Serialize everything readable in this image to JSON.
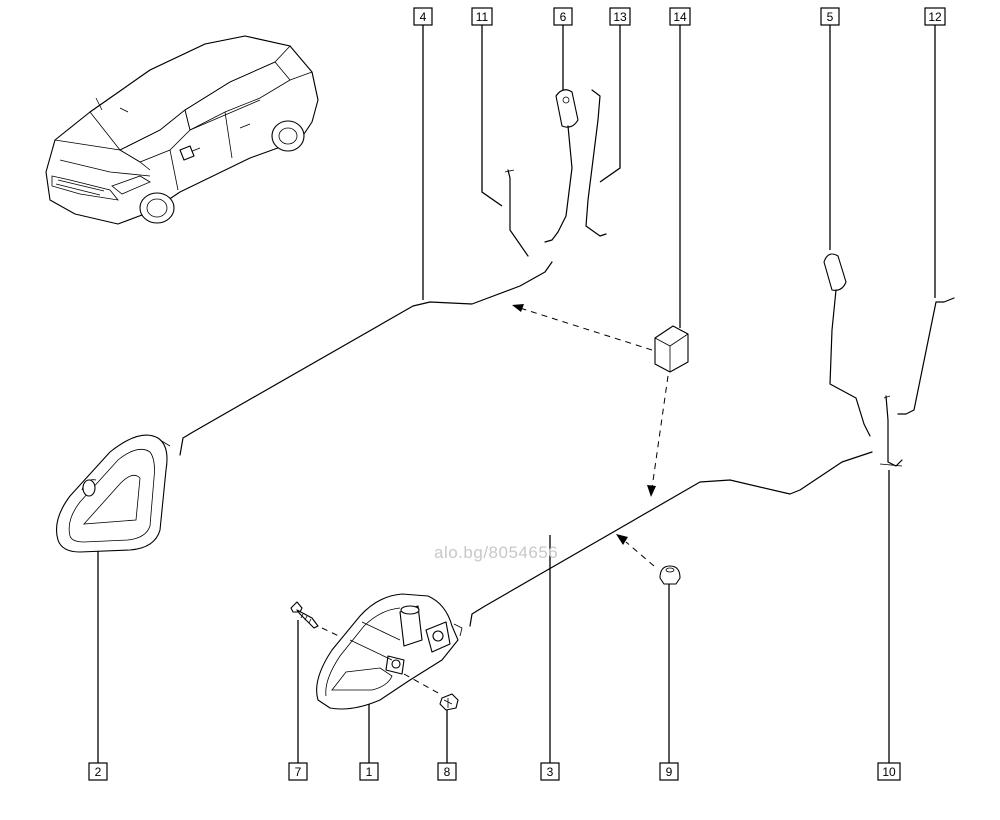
{
  "watermark": "alo.bg/8054656",
  "callouts": {
    "c1": "1",
    "c2": "2",
    "c3": "3",
    "c4": "4",
    "c5": "5",
    "c6": "6",
    "c7": "7",
    "c8": "8",
    "c9": "9",
    "c10": "10",
    "c11": "11",
    "c12": "12",
    "c13": "13",
    "c14": "14"
  }
}
